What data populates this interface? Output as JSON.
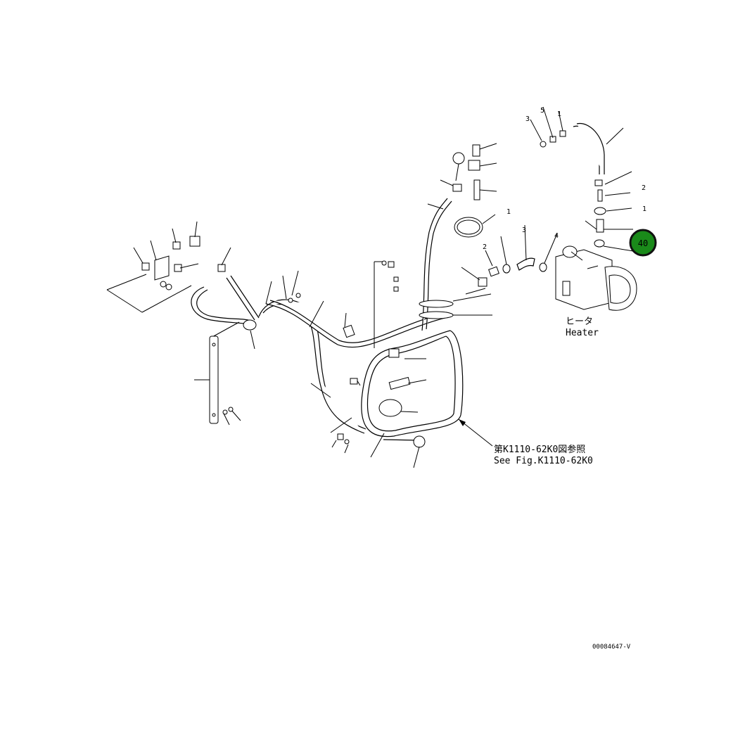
{
  "heater": {
    "label_jp": "ヒータ",
    "label_en": "Heater"
  },
  "reference": {
    "text_jp": "第K1110-62K0図参照",
    "text_en": "See Fig.K1110-62K0"
  },
  "figure_id": "00084647-V",
  "callouts": [
    "3",
    "5",
    "1",
    "2",
    "1",
    "1",
    "2",
    "3",
    "4"
  ],
  "highlight": {
    "number": "40",
    "color": "#1a8a1a",
    "ring": "#111111",
    "text_color": "#ffffff"
  }
}
